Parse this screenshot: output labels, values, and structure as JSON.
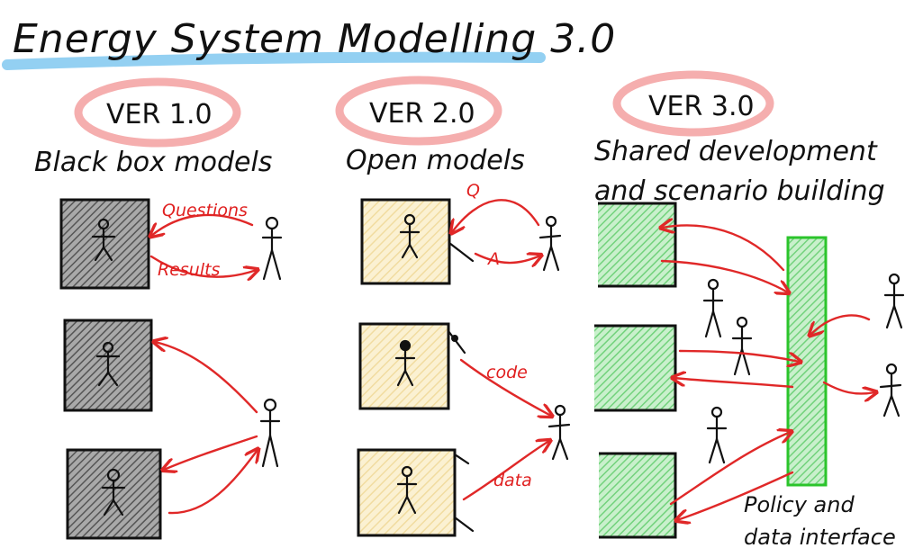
{
  "title": "Energy System Modelling 3.0",
  "columns": [
    {
      "version": "VER 1.0",
      "subtitle": "Black box models"
    },
    {
      "version": "VER 2.0",
      "subtitle": "Open models"
    },
    {
      "version": "VER 3.0",
      "subtitle_line1": "Shared development",
      "subtitle_line2": "and scenario building"
    }
  ],
  "labels": {
    "questions": "Questions",
    "results": "Results",
    "q": "Q",
    "a": "A",
    "code": "code",
    "data": "data",
    "interface_line1": "Policy and",
    "interface_line2": "data interface"
  },
  "colors": {
    "black_box_fill": "#8a8a8a",
    "open_box_fill": "#f5e7b8",
    "shared_box_fill": "#9fe0a8",
    "interface_fill": "#bdeec0",
    "interface_border": "#2bc42b",
    "arrow": "#e02828",
    "ellipse": "#f29a9a",
    "underline": "#6fc0ee"
  }
}
